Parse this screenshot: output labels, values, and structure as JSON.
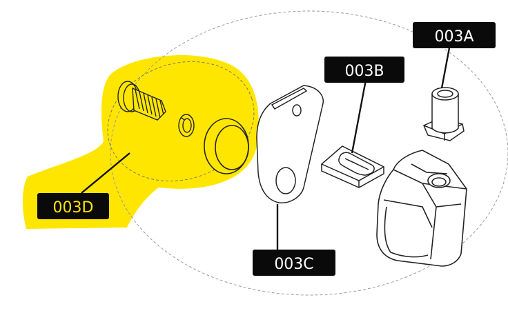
{
  "labels": {
    "part_a": "003A",
    "part_b": "003B",
    "part_c": "003C",
    "part_d": "003D"
  },
  "colors": {
    "highlight": "#ffe600",
    "label_bg": "#0a0a0a",
    "label_text": "#ffffff",
    "highlighted_label_text": "#ffe600",
    "outline": "#222222",
    "dashed": "#9a9a9a"
  }
}
